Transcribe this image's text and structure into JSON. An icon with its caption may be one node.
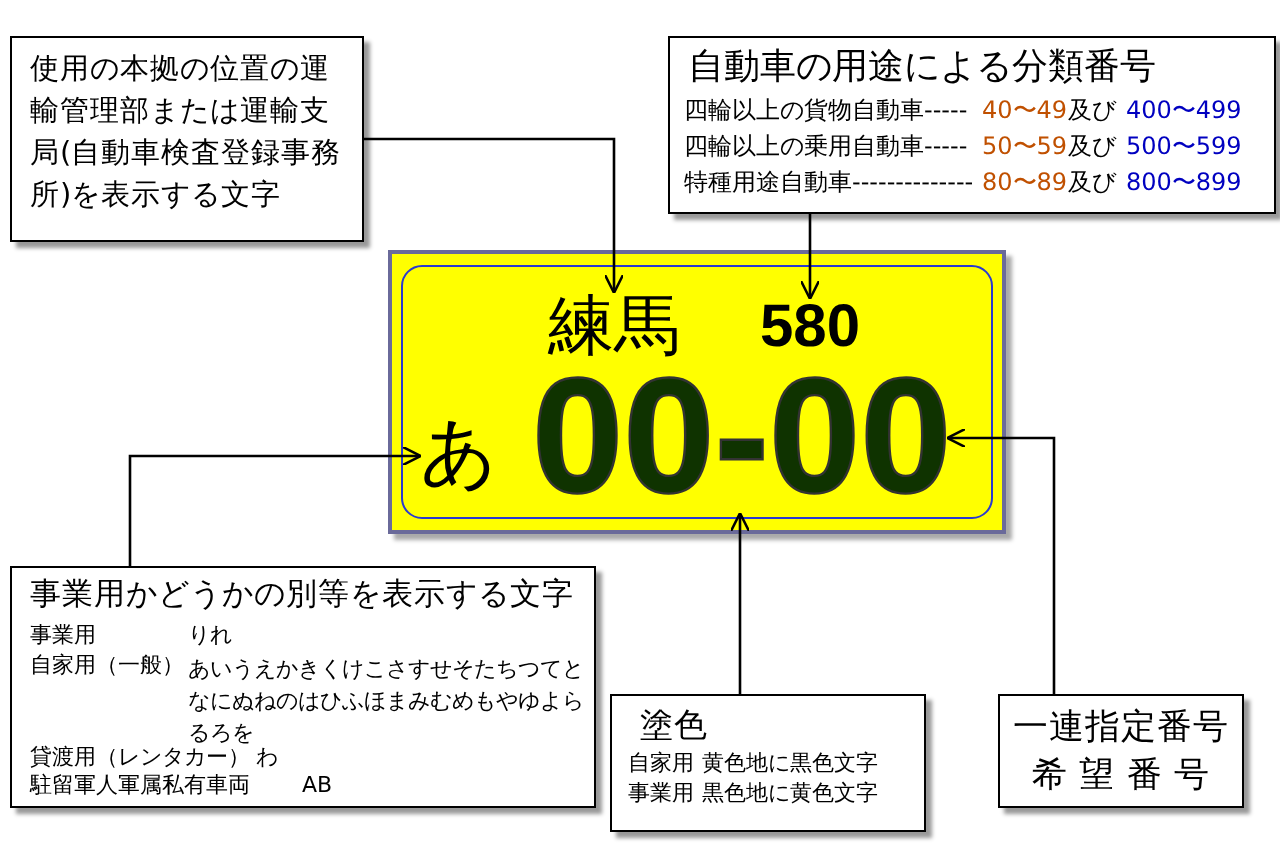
{
  "diagram": {
    "nodes": [
      {
        "text": [
          "使用の本拠の位置の運輸管理部または運輸支局(自動車検査登録事務所)を表示する文字"
        ]
      },
      {
        "text": [
          "自動車の用途による分類番号"
        ]
      },
      {
        "text": [],
        "shape": "box"
      },
      {
        "text": [
          "練馬"
        ],
        "in": 2
      },
      {
        "text": [
          "580"
        ],
        "in": 2
      },
      {
        "text": [
          "あ"
        ],
        "in": 2
      },
      {
        "text": [
          "00-00"
        ],
        "in": 2
      },
      {
        "text": [
          "事業用かどうかの別等を表示する文字"
        ]
      },
      {
        "text": [
          "塗色"
        ]
      },
      {
        "text": [
          "一連指定番号",
          "希 望 番 号"
        ]
      }
    ],
    "edges": [
      {
        "from": 0,
        "to": 3,
        "arrow": "to"
      },
      {
        "from": 1,
        "to": 4,
        "arrow": "to"
      },
      {
        "from": 7,
        "to": 5,
        "arrow": "to"
      },
      {
        "from": 8,
        "to": 6,
        "arrow": "to"
      },
      {
        "from": 9,
        "to": 6,
        "arrow": "to"
      }
    ],
    "labels": [
      "四輪以上の貨物自動車-----",
      "40〜49",
      "及び",
      "400〜499",
      "四輪以上の乗用自動車-----",
      "50〜59",
      "及び",
      "500〜599",
      "特種用途自動車--------------",
      "80〜89",
      "及び",
      "800〜899",
      "事業用",
      "りれ",
      "自家用（一般）",
      "あいうえかきくけこさすせそたちつてとなにぬねのはひふほまみむめもやゆよらるろを",
      "貸渡用（レンタカー）",
      "わ",
      "駐留軍人軍属私有車両",
      "AB",
      "自家用",
      "黄色地に黒色文字",
      "事業用",
      "黒色地に黄色文字"
    ]
  }
}
